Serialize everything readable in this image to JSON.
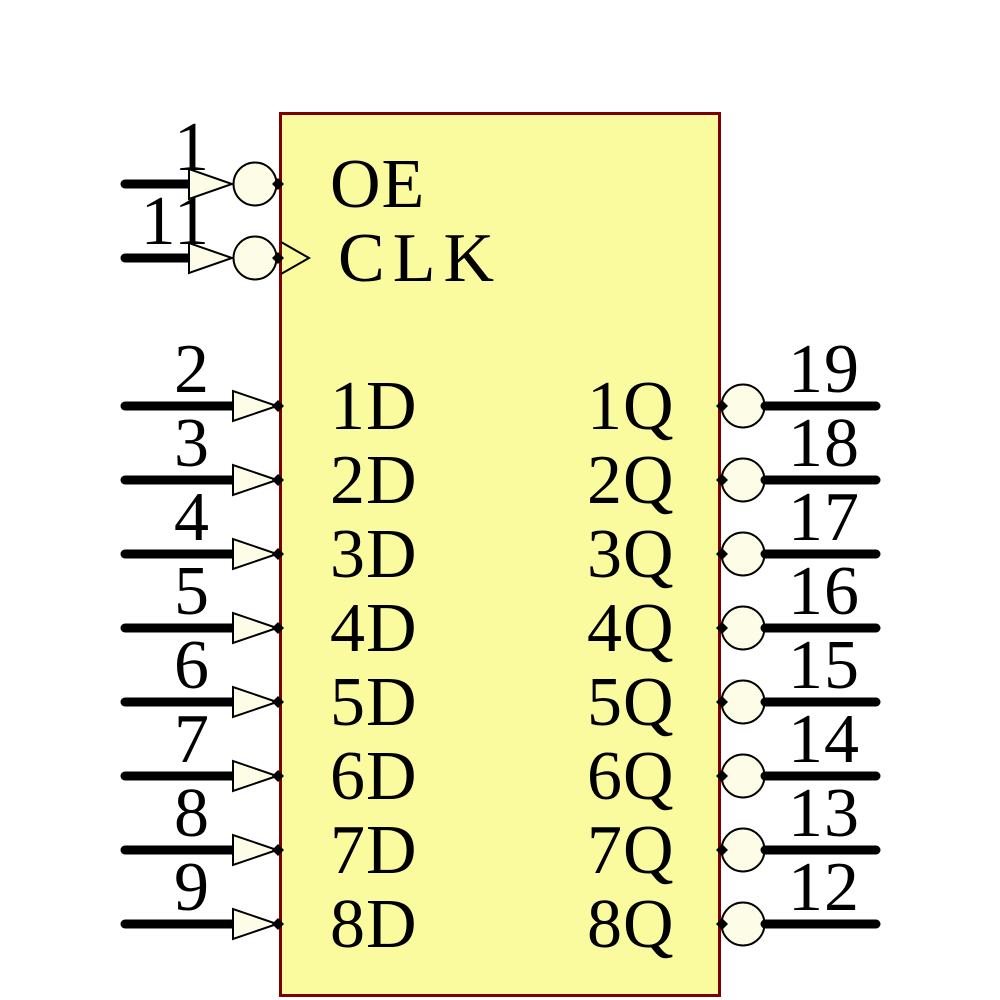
{
  "colors": {
    "background": "#FFFFFF",
    "body_fill": "#FAFA9E",
    "body_border": "#7D0000",
    "pin_shape_fill": "#FDFDE7",
    "wire": "#000000",
    "text": "#000000"
  },
  "ic": {
    "control_pins": [
      {
        "number": "1",
        "label": "OE",
        "bubble": true,
        "clock_mark": false
      },
      {
        "number": "11",
        "label": "CLK",
        "bubble": true,
        "clock_mark": true
      }
    ],
    "input_pins": [
      {
        "number": "2",
        "label": "1D"
      },
      {
        "number": "3",
        "label": "2D"
      },
      {
        "number": "4",
        "label": "3D"
      },
      {
        "number": "5",
        "label": "4D"
      },
      {
        "number": "6",
        "label": "5D"
      },
      {
        "number": "7",
        "label": "6D"
      },
      {
        "number": "8",
        "label": "7D"
      },
      {
        "number": "9",
        "label": "8D"
      }
    ],
    "output_pins": [
      {
        "number": "19",
        "label": "1Q",
        "bubble": true
      },
      {
        "number": "18",
        "label": "2Q",
        "bubble": true
      },
      {
        "number": "17",
        "label": "3Q",
        "bubble": true
      },
      {
        "number": "16",
        "label": "4Q",
        "bubble": true
      },
      {
        "number": "15",
        "label": "5Q",
        "bubble": true
      },
      {
        "number": "14",
        "label": "6Q",
        "bubble": true
      },
      {
        "number": "13",
        "label": "7Q",
        "bubble": true
      },
      {
        "number": "12",
        "label": "8Q",
        "bubble": true
      }
    ]
  }
}
